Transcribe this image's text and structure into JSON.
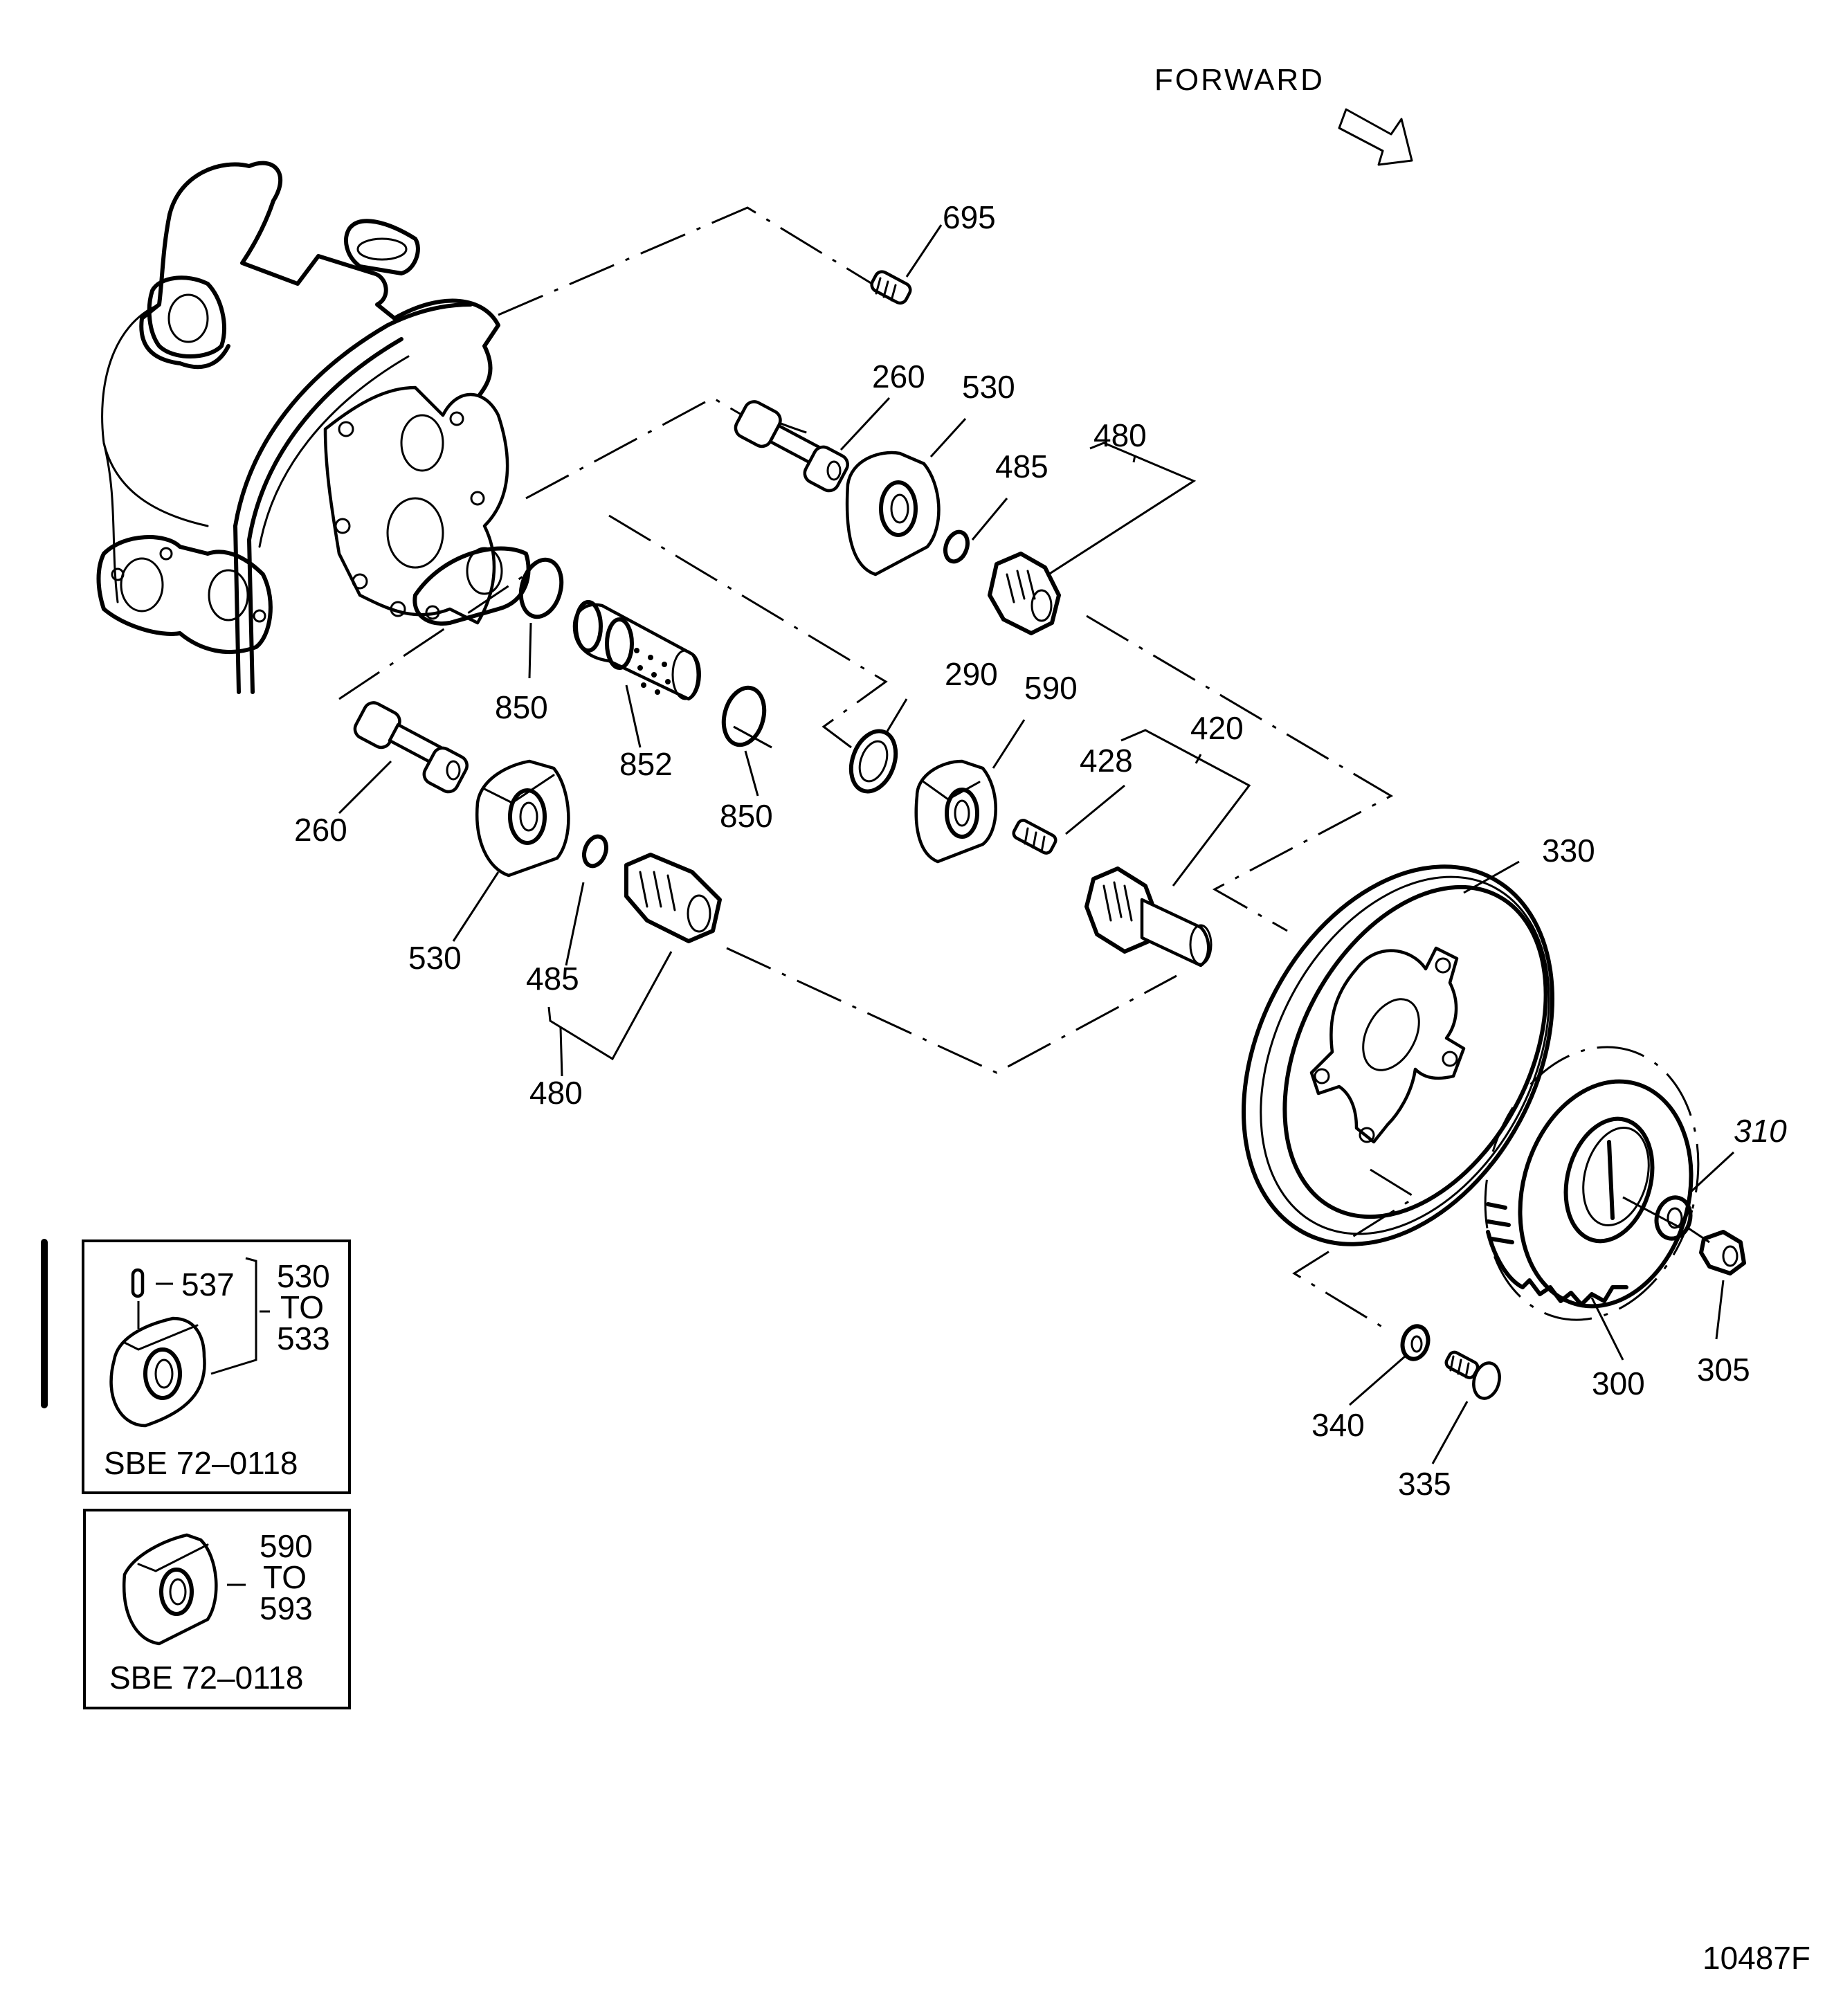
{
  "direction_label": "FORWARD",
  "figure_number": "10487F",
  "callouts": {
    "c695": "695",
    "c260_upper": "260",
    "c530_upper": "530",
    "c480_upper": "480",
    "c485_upper": "485",
    "c850_left": "850",
    "c852": "852",
    "c850_right": "850",
    "c290": "290",
    "c590": "590",
    "c420": "420",
    "c428": "428",
    "c260_lower": "260",
    "c530_lower": "530",
    "c485_lower": "485",
    "c480_lower": "480",
    "c330": "330",
    "c310": "310",
    "c300": "300",
    "c305": "305",
    "c340": "340",
    "c335": "335"
  },
  "insets": [
    {
      "pin_label": "537",
      "range_start": "530",
      "range_word": "TO",
      "range_end": "533",
      "reference": "SBE 72–0118"
    },
    {
      "range_start": "590",
      "range_word": "TO",
      "range_end": "593",
      "reference": "SBE 72–0118"
    }
  ]
}
